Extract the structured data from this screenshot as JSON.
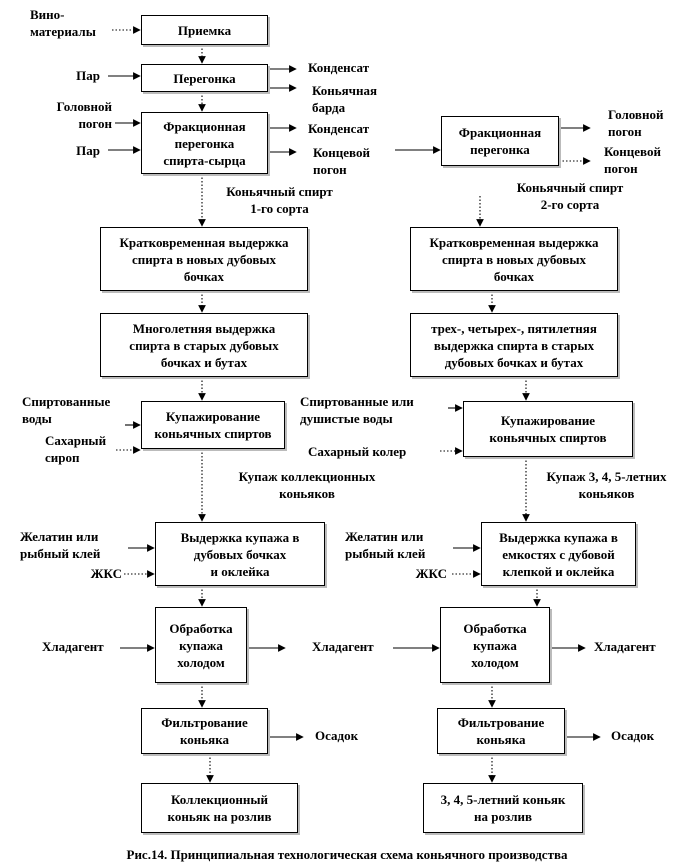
{
  "boxes": {
    "priemka": "Приемка",
    "peregonka": "Перегонка",
    "frak_left": "Фракционная\nперегонка\nспирта-сырца",
    "frak_right": "Фракционная\nперегонка",
    "kratk_left": "Кратковременная выдержка\nспирта в новых дубовых\nбочках",
    "kratk_right": "Кратковременная выдержка\nспирта в новых дубовых\nбочках",
    "mnogo_left": "Многолетняя выдержка\nспирта в старых дубовых\nбочках и бутах",
    "mnogo_right": "трех-, четырех-, пятилетняя\nвыдержка спирта в старых\nдубовых бочках и бутах",
    "kupaz_left": "Купажирование\nконьячных спиртов",
    "kupaz_right": "Купажирование\nконьячных спиртов",
    "vyd_left": "Выдержка купажа в\nдубовых бочках\nи оклейка",
    "vyd_right": "Выдержка купажа в\nемкостях с дубовой\nклепкой и оклейка",
    "obr_left": "Обработка\nкупажа\nхолодом",
    "obr_right": "Обработка\nкупажа\nхолодом",
    "filt_left": "Фильтрование\nконьяка",
    "filt_right": "Фильтрование\nконьяка",
    "final_left": "Коллекционный\nконьяк на розлив",
    "final_right": "3, 4, 5-летний коньяк\nна розлив"
  },
  "labels": {
    "vinomaterialy": "Вино-\nматериалы",
    "par1": "Пар",
    "kondensat1": "Конденсат",
    "barda": "Коньячная\nбарда",
    "golovnoy_in": "Головной\nпогон",
    "par2": "Пар",
    "kondensat2": "Конденсат",
    "konc_left": "Концевой\nпогон",
    "golovnoy_out": "Головной\nпогон",
    "konc_right": "Концевой\nпогон",
    "spirt1": "Коньячный спирт\n1-го сорта",
    "spirt2": "Коньячный спирт\n2-го сорта",
    "spirt_vody": "Спиртованные\nводы",
    "sah_sirop": "Сахарный\nсироп",
    "spirt_vody_right": "Спиртованные или\nдушистые воды",
    "sah_koler": "Сахарный колер",
    "kupaz_koll": "Купаж коллекционных\nконьяков",
    "kupaz_345": "Купаж 3, 4, 5-летних\nконьяков",
    "zhelatin_left": "Желатин или\nрыбный клей",
    "zhks_left": "ЖКС",
    "zhelatin_right": "Желатин или\nрыбный клей",
    "zhks_right": "ЖКС",
    "hlad_in_left": "Хладагент",
    "hlad_mid": "Хладагент",
    "hlad_out_right": "Хладагент",
    "osadok_left": "Осадок",
    "osadok_right": "Осадок"
  },
  "caption": "Рис.14. Принципиальная технологическая схема коньячного производства"
}
